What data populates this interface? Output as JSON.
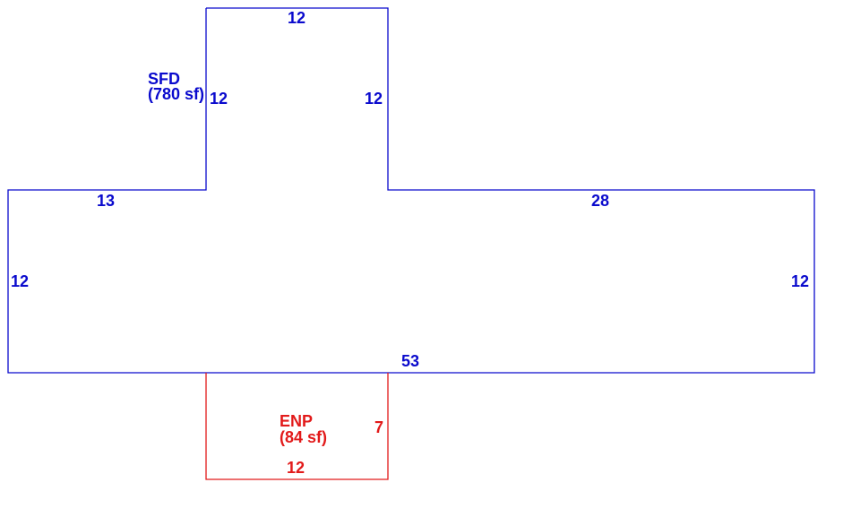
{
  "colors": {
    "main_area": "#0a0acd",
    "porch_area": "#e21a1a",
    "background": "#ffffff"
  },
  "areas": {
    "main": {
      "code": "SFD",
      "size": "(780 sf)",
      "dimensions": {
        "top": "12",
        "upper_left": "12",
        "upper_right": "12",
        "left_step": "13",
        "right_step": "28",
        "left": "12",
        "right": "12",
        "bottom": "53"
      }
    },
    "porch": {
      "code": "ENP",
      "size": "(84 sf)",
      "dimensions": {
        "right": "7",
        "bottom": "12"
      }
    }
  }
}
